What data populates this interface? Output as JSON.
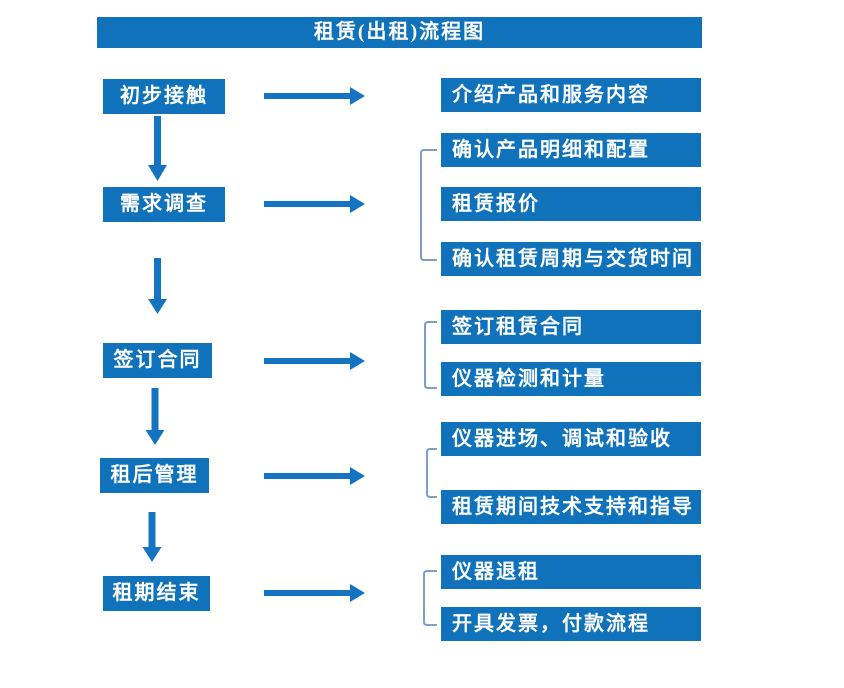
{
  "title": "租赁(出租)流程图",
  "colors": {
    "box_blue": "#1072BA",
    "arrow_blue": "#1474C2",
    "bracket_blue": "#7F9FC9",
    "text_white": "#FFFFFF"
  },
  "steps": [
    {
      "label": "初步接触",
      "details": [
        "介绍产品和服务内容"
      ]
    },
    {
      "label": "需求调查",
      "details": [
        "确认产品明细和配置",
        "租赁报价",
        "确认租赁周期与交货时间"
      ]
    },
    {
      "label": "签订合同",
      "details": [
        "签订租赁合同",
        "仪器检测和计量"
      ]
    },
    {
      "label": "租后管理",
      "details": [
        "仪器进场、调试和验收",
        "租赁期间技术支持和指导"
      ]
    },
    {
      "label": "租期结束",
      "details": [
        "仪器退租",
        "开具发票，付款流程"
      ]
    }
  ]
}
